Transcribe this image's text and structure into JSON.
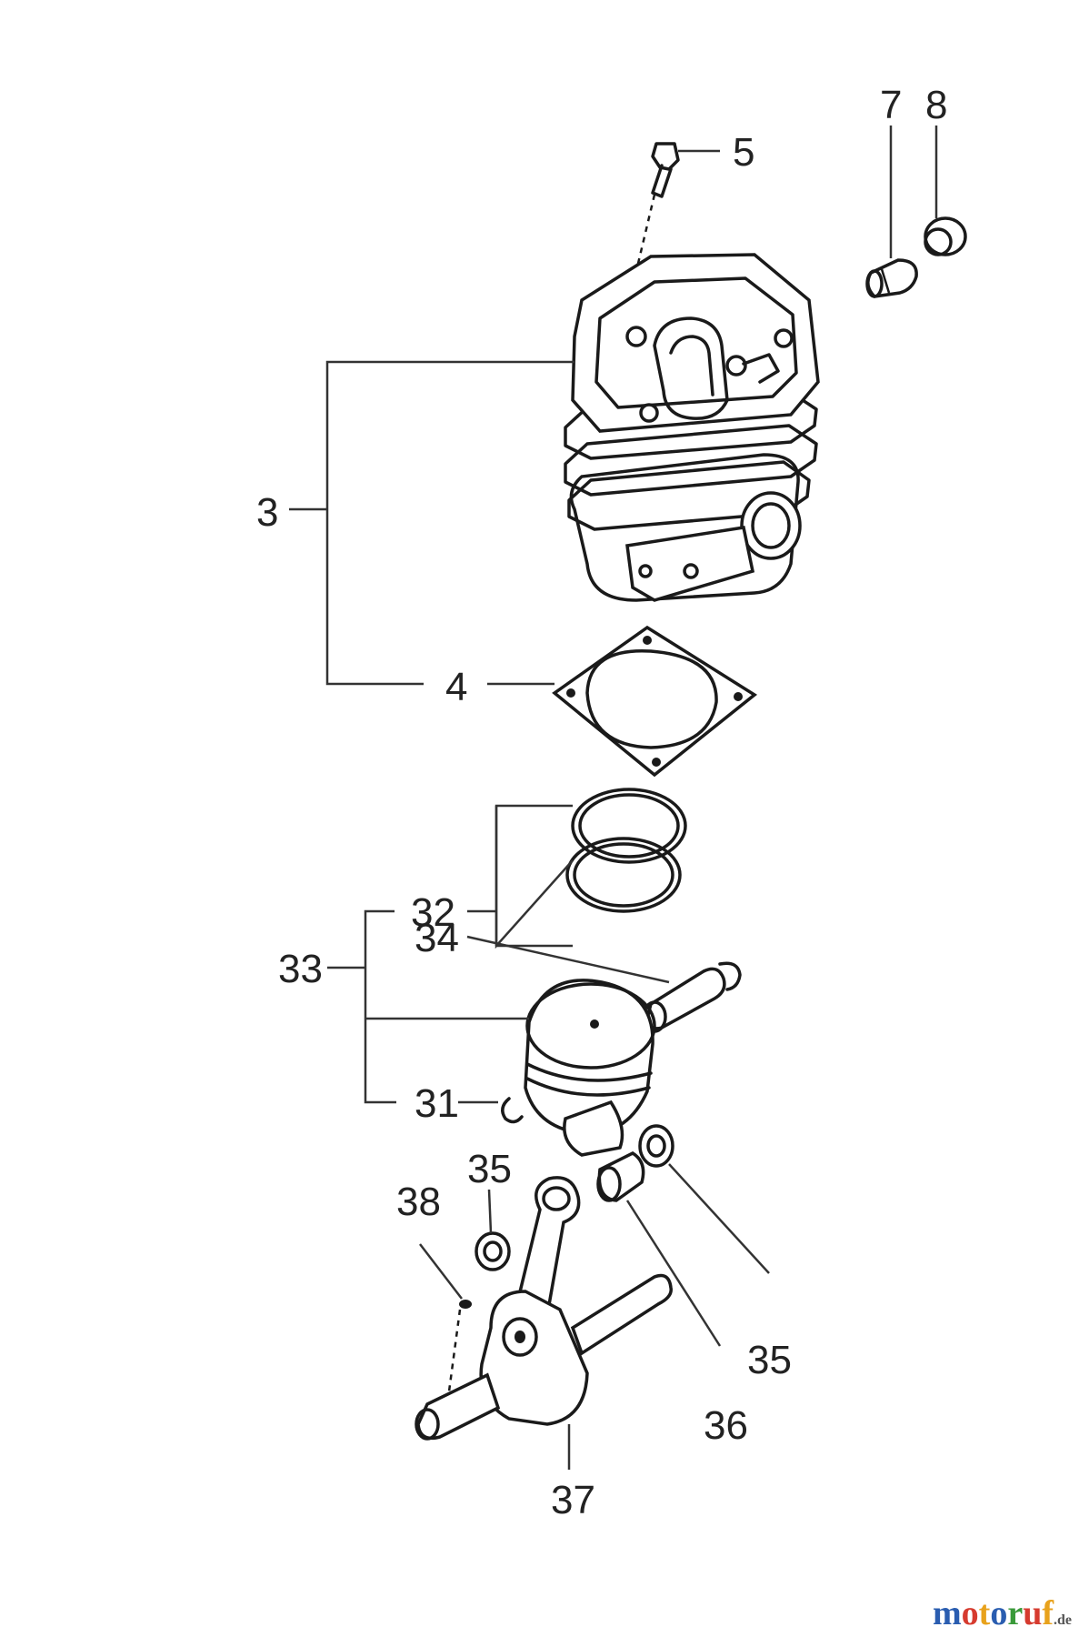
{
  "callouts": {
    "c3": "3",
    "c4": "4",
    "c5": "5",
    "c7": "7",
    "c8": "8",
    "c31": "31",
    "c32": "32",
    "c33": "33",
    "c34": "34",
    "c35a": "35",
    "c35b": "35",
    "c36": "36",
    "c37": "37",
    "c38": "38"
  },
  "watermark": {
    "letters": [
      "m",
      "o",
      "t",
      "o",
      "r",
      "u",
      "f"
    ],
    "letter_colors": [
      "#2a5db0",
      "#d63b2f",
      "#e8a21c",
      "#2a5db0",
      "#3a9a3a",
      "#d63b2f",
      "#e8a21c"
    ],
    "tld": ".de"
  }
}
